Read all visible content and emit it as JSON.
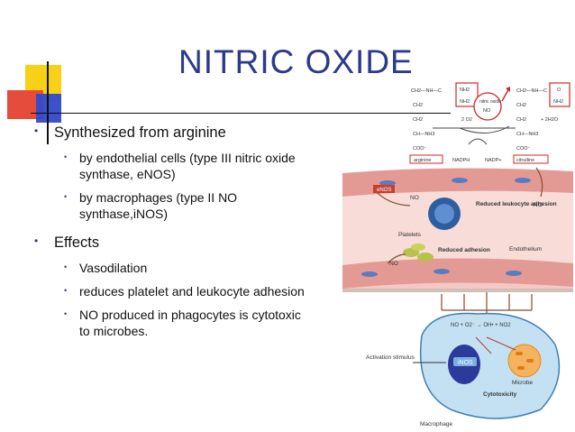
{
  "title": "NITRIC OXIDE",
  "bullets": {
    "b1": "Synthesized from arginine",
    "b1_sub1": "by endothelial cells (type III nitric oxide synthase, eNOS)",
    "b1_sub2": "by macrophages (type II NO synthase,iNOS)",
    "b2": "Effects",
    "b2_sub1": "Vasodilation",
    "b2_sub2": "reduces platelet and leukocyte adhesion",
    "b2_sub3": "NO produced in phagocytes is cytotoxic to microbes."
  },
  "figure": {
    "arginine": "arginine",
    "citrulline": "citrulline",
    "nitric_oxide": "nitric oxide",
    "no": "NO",
    "o2": "2 O2",
    "h2o": "+ 2H2O",
    "nadph": "NADPH",
    "nadp": "NADP+",
    "enos": "eNOS",
    "reduced_leukocyte": "Reduced leukocyte adhesion",
    "platelets": "Platelets",
    "reduced_adhesion": "Reduced adhesion",
    "endothelium": "Endothelium",
    "reaction": "NO + O2⁻ → OH• + NO2",
    "activation": "Activation stimulus",
    "inos": "iNOS",
    "microbe": "Microbe",
    "cytotoxicity": "Cytotoxicity",
    "macrophage": "Macrophage"
  },
  "colors": {
    "title": "#2c3a8c",
    "vessel": "#e59a9a",
    "box_red": "#cc2a2a"
  }
}
